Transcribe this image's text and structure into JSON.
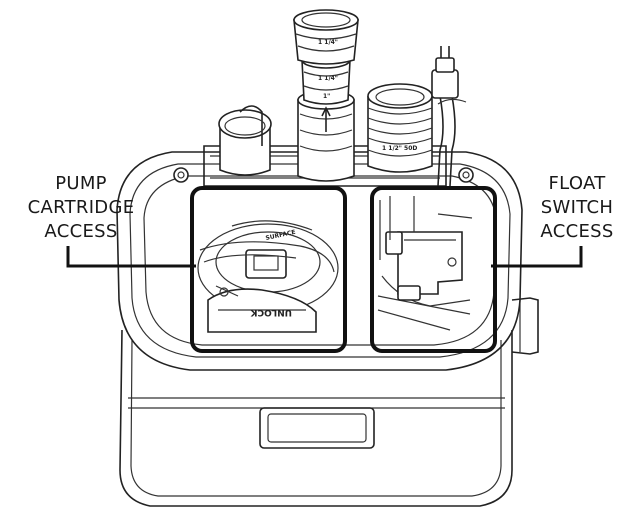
{
  "callouts": {
    "pump": [
      "PUMP",
      "CARTRIDGE",
      "ACCESS"
    ],
    "float": [
      "FLOAT",
      "SWITCH",
      "ACCESS"
    ]
  },
  "part_stamps": {
    "top_stage": "1 1/4\"",
    "mid_stage": "1 1/4\"",
    "lower_stage": "1\"",
    "right_fitting": "1 1/2\" 50D",
    "cartridge_arrow": "SURFACE",
    "unlock": "UNLOCK"
  },
  "colors": {
    "line": "#222222",
    "frame": "#111111",
    "background": "#ffffff"
  }
}
